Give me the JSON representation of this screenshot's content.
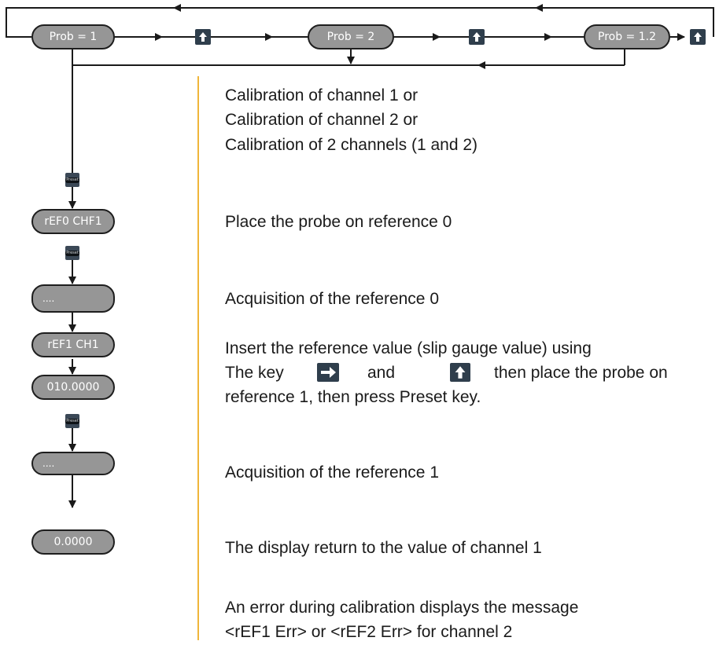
{
  "colors": {
    "pill_fill": "#969696",
    "pill_border": "#1e1e1e",
    "key_fill": "#2f3e4c",
    "accent_rule": "#f0b63a",
    "line": "#1a1a1a"
  },
  "top_row": {
    "prob1": "Prob = 1",
    "prob2": "Prob = 2",
    "prob12": "Prob = 1.2"
  },
  "steps": {
    "ref0": "rEF0 CHF1",
    "acq1": "....",
    "ref1": "rEF1 CH1",
    "value": "010.0000",
    "acq2": "....",
    "result": "0.0000"
  },
  "preset_label": "Preset",
  "icons": {
    "up": "up-arrow-key-icon",
    "right": "right-arrow-key-icon",
    "preset": "preset-key-icon"
  },
  "descriptions": {
    "calib_1": "Calibration of channel 1 or",
    "calib_2": "Calibration of channel 2 or",
    "calib_3": "Calibration of 2 channels (1 and 2)",
    "place_ref0": "Place the probe on reference 0",
    "acq_ref0": "Acquisition of the reference 0",
    "insert_1": "Insert the reference value (slip gauge value) using",
    "insert_2a": "The key",
    "insert_2b": "and",
    "insert_2c": "then place the probe on",
    "insert_3": "reference 1, then press Preset key.",
    "acq_ref1": "Acquisition of the reference 1",
    "display_return": "The display return to the value of channel 1",
    "error_1": "An error during calibration displays the message",
    "error_2": "<rEF1 Err> or <rEF2 Err> for channel 2"
  }
}
